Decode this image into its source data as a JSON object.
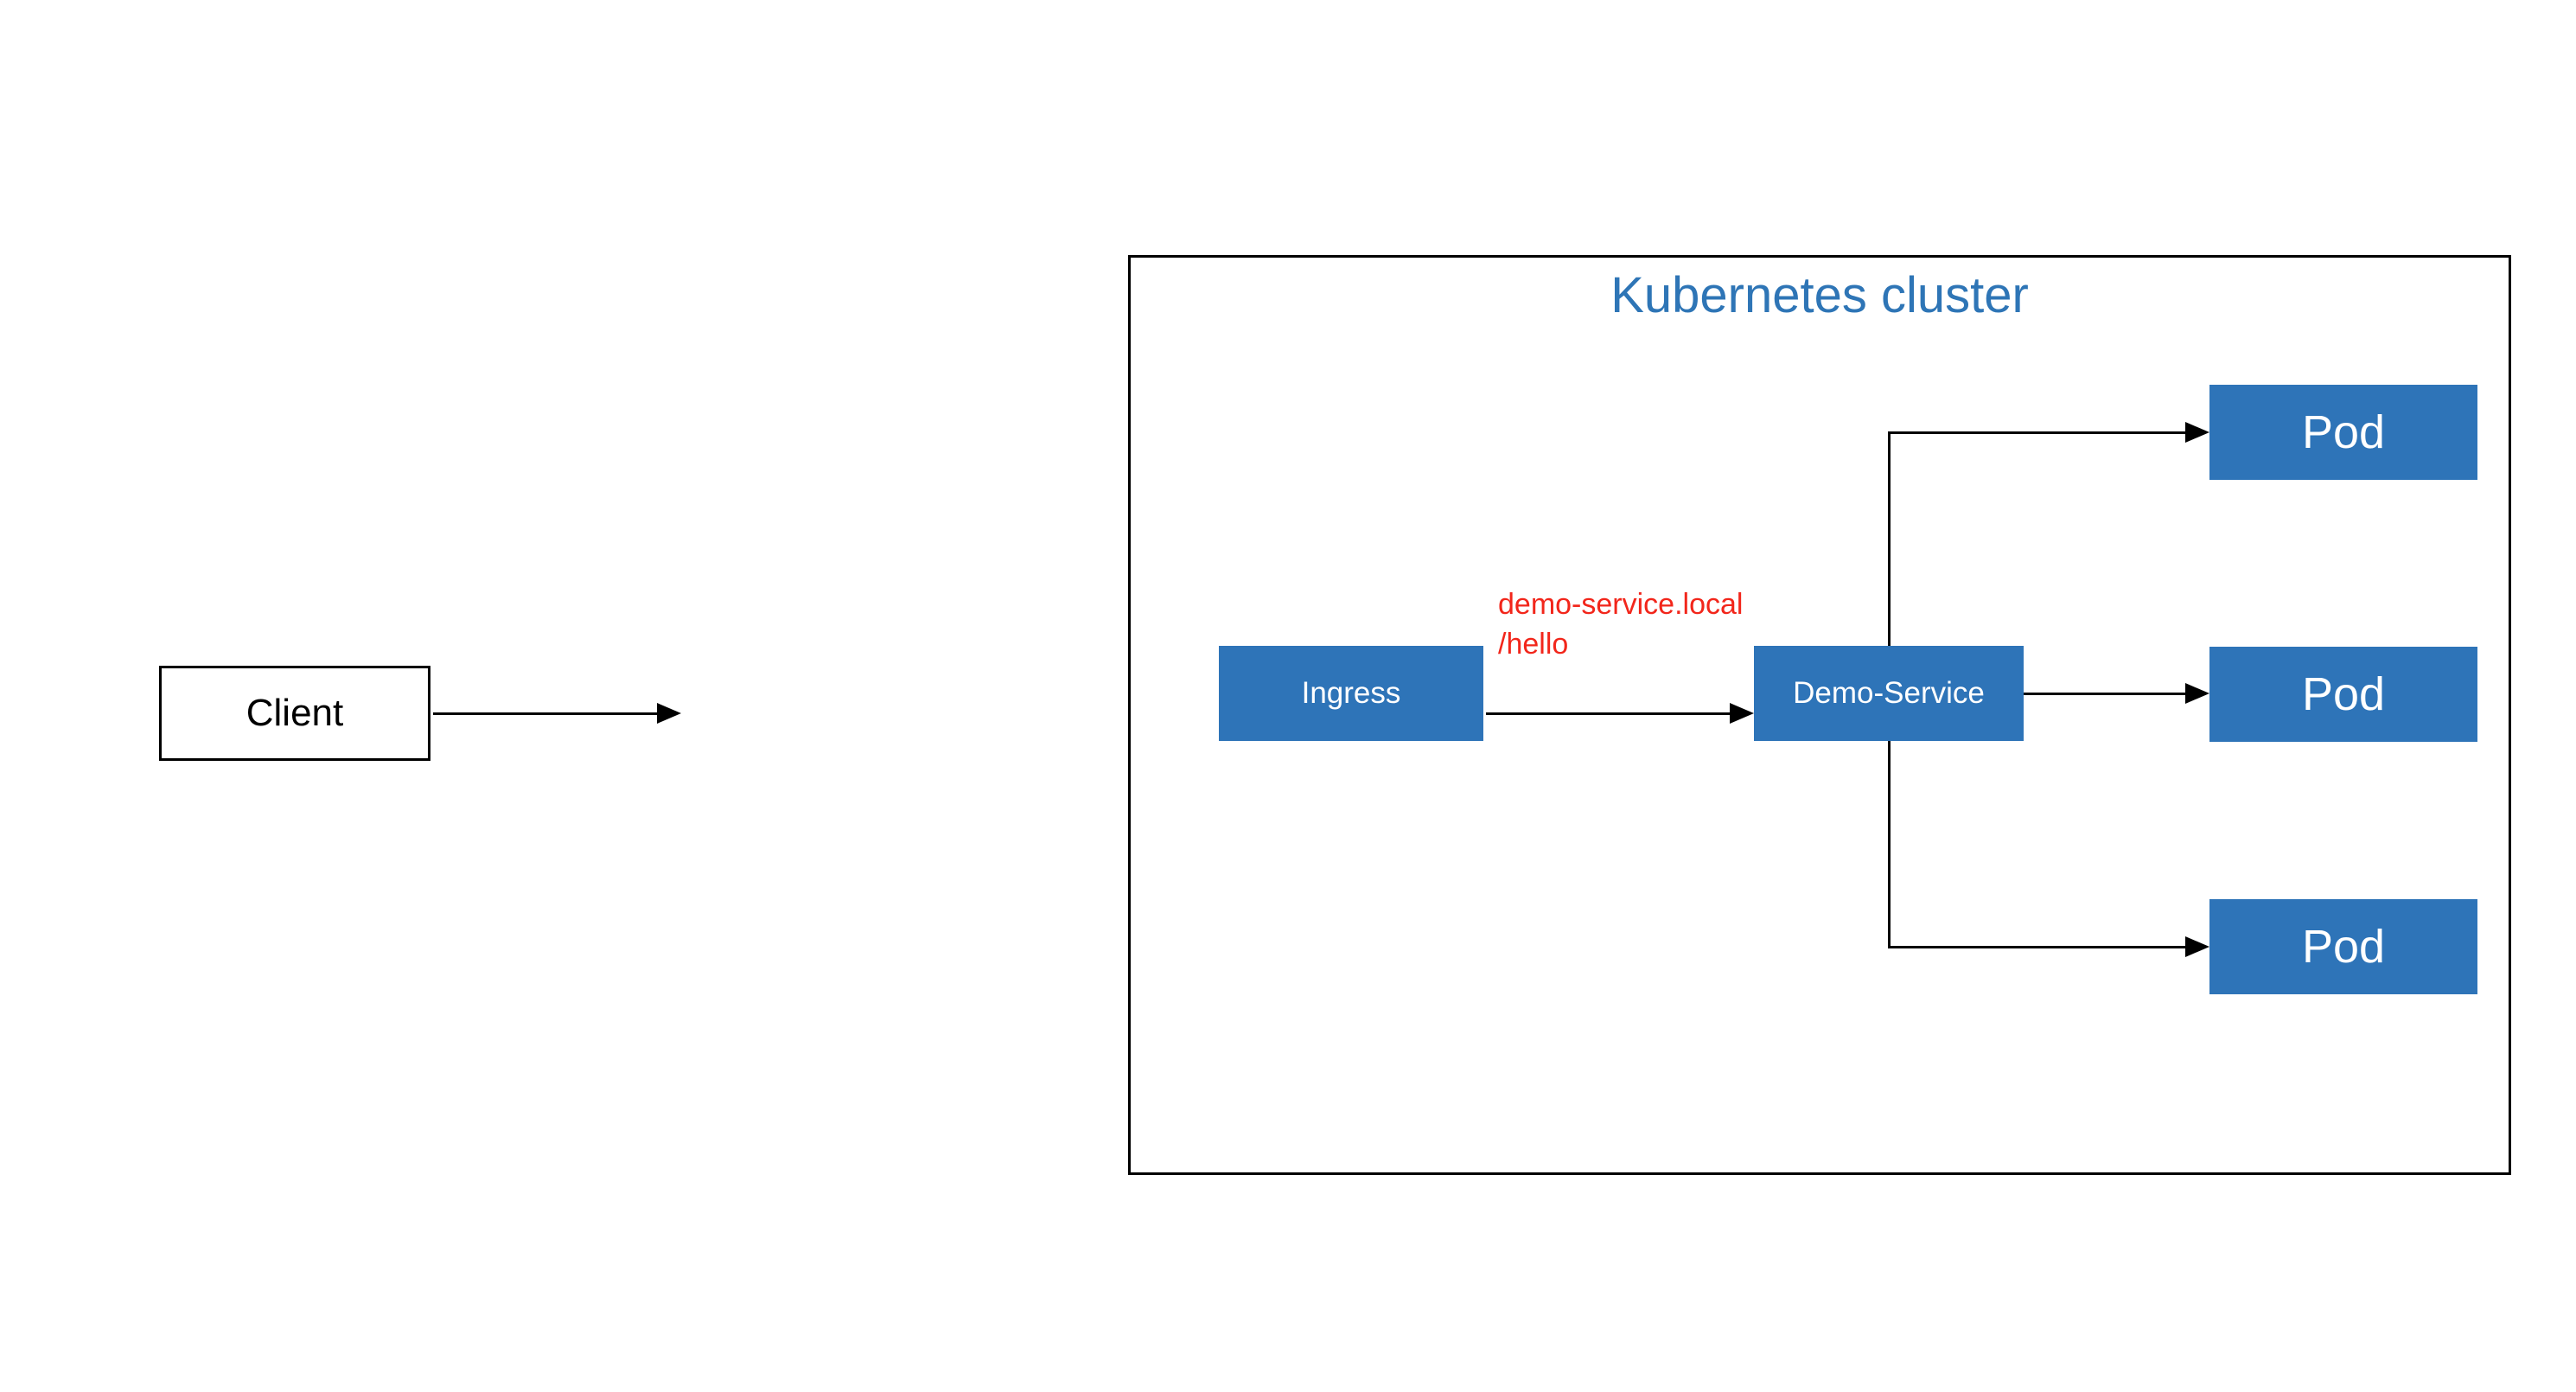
{
  "diagram": {
    "title": "Kubernetes cluster",
    "client": {
      "label": "Client"
    },
    "ingress": {
      "label": "Ingress"
    },
    "service": {
      "label": "Demo-Service"
    },
    "pods": [
      {
        "label": "Pod"
      },
      {
        "label": "Pod"
      },
      {
        "label": "Pod"
      }
    ],
    "route_annotation": {
      "line1": "demo-service.local",
      "line2": "/hello"
    }
  },
  "colors": {
    "node_fill": "#2e74b8",
    "node_text": "#ffffff",
    "title_text": "#2e75b6",
    "annotation_text": "#f2261b",
    "line_color": "#000000",
    "background": "#ffffff"
  }
}
